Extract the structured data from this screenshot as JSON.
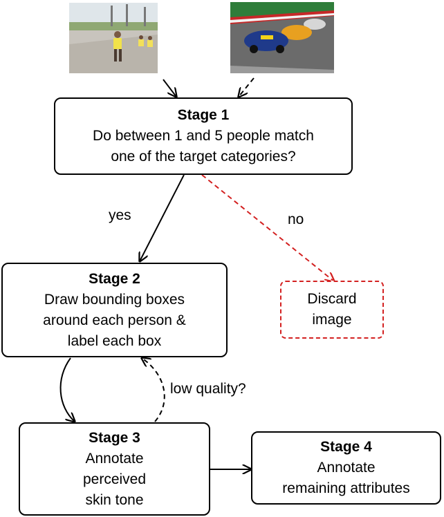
{
  "stage1": {
    "title": "Stage 1",
    "line1": "Do between 1 and 5 people match",
    "line2": "one of the target categories?"
  },
  "stage2": {
    "title": "Stage 2",
    "line1": "Draw bounding boxes",
    "line2": "around each person &",
    "line3": "label each box"
  },
  "stage3": {
    "title": "Stage 3",
    "line1": "Annotate",
    "line2": "perceived",
    "line3": "skin tone"
  },
  "stage4": {
    "title": "Stage 4",
    "line1": "Annotate",
    "line2": "remaining attributes"
  },
  "discard": {
    "line1": "Discard",
    "line2": "image"
  },
  "edge_labels": {
    "yes": "yes",
    "no": "no",
    "low_quality": "low quality?"
  },
  "images": {
    "left": "runners-photo",
    "right": "race-cars-photo"
  },
  "colors": {
    "reject": "#d32020",
    "line": "#000000"
  }
}
